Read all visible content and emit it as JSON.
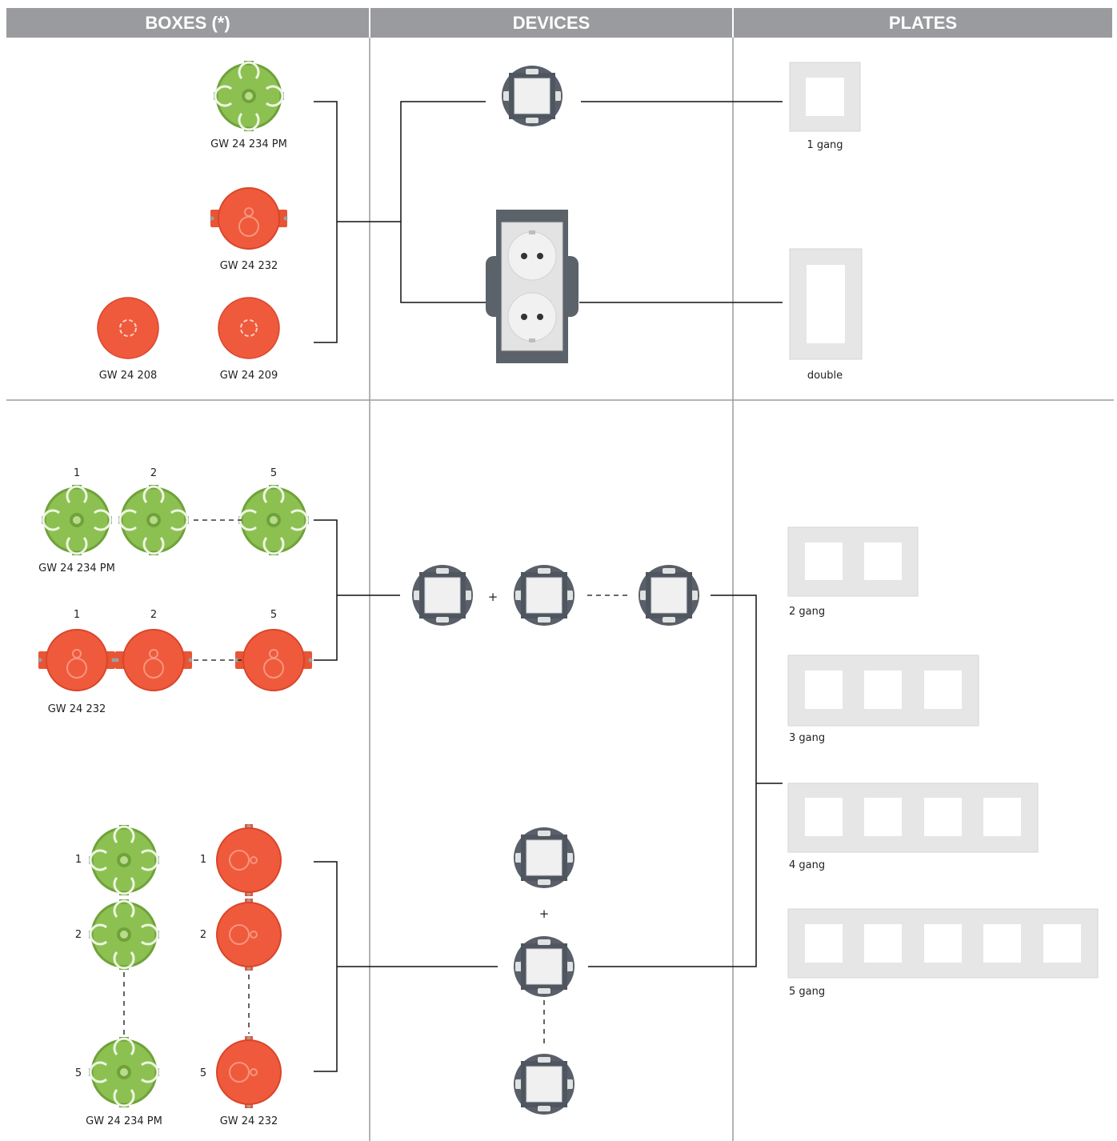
{
  "headers": {
    "boxes": "BOXES (*)",
    "devices": "DEVICES",
    "plates": "PLATES"
  },
  "section1": {
    "boxes": {
      "pm": "GW 24 234 PM",
      "b232": "GW 24 232",
      "b208": "GW 24 208",
      "b209": "GW 24 209"
    },
    "plates": {
      "one": "1 gang",
      "double": "double"
    }
  },
  "section2": {
    "row_numbers": [
      "1",
      "2",
      "5"
    ],
    "pm_label": "GW 24 234 PM",
    "red_label": "GW 24 232",
    "plus": "+",
    "plates": [
      "2 gang",
      "3 gang",
      "4 gang",
      "5 gang"
    ]
  },
  "section3": {
    "col_numbers": [
      "1",
      "2",
      "5"
    ],
    "pm_label": "GW 24 234 PM",
    "red_label": "GW 24 232",
    "plus": "+"
  },
  "colors": {
    "header": "#9a9b9e",
    "green_box": "#8cc152",
    "red_box": "#ef5a3c",
    "device_frame": "#4f5660",
    "plate": "#e6e6e6"
  }
}
